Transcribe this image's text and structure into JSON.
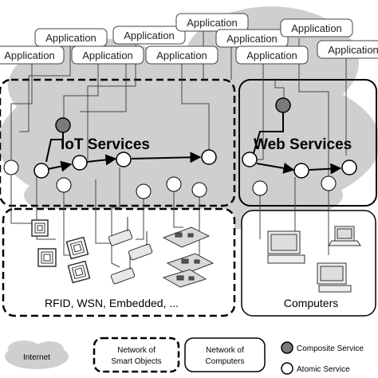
{
  "applications": [
    "Application",
    "Application",
    "Application",
    "Application",
    "Application",
    "Application",
    "Application",
    "Application",
    "Application",
    "Application"
  ],
  "iot_title": "IoT Services",
  "web_title": "Web Services",
  "smart_objects_label": "RFID, WSN, Embedded, ...",
  "computers_label": "Computers",
  "legend": {
    "internet": "Internet",
    "smart_objects": [
      "Network of",
      "Smart Objects"
    ],
    "computers": [
      "Network of",
      "Computers"
    ],
    "composite": "Composite Service",
    "atomic": "Atomic Service"
  },
  "colors": {
    "cloud": "#cfcfcf",
    "composite": "#7a7a7a",
    "atomic": "#ffffff",
    "line": "#000000"
  }
}
